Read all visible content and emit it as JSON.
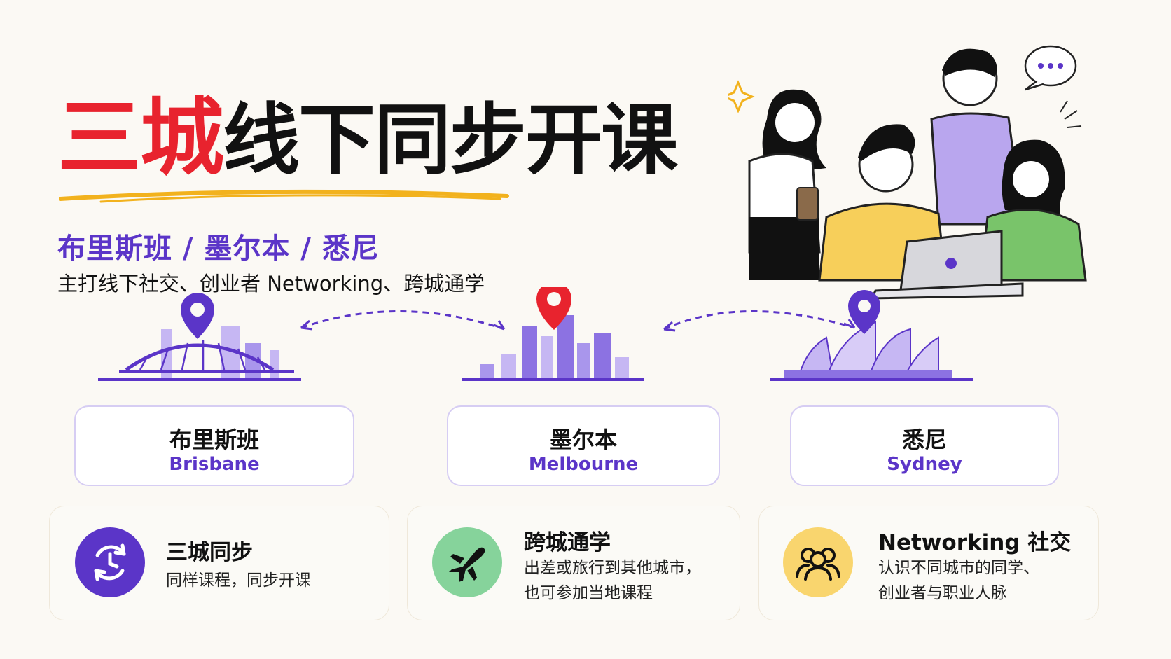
{
  "title": {
    "red": "三城",
    "black": "线下同步开课"
  },
  "subtitle": "布里斯班 / 墨尔本 / 悉尼",
  "tagline": "主打线下社交、创业者 Networking、跨城通学",
  "cities": [
    {
      "cn": "布里斯班",
      "en": "Brisbane"
    },
    {
      "cn": "墨尔本",
      "en": "Melbourne"
    },
    {
      "cn": "悉尼",
      "en": "Sydney"
    }
  ],
  "features": [
    {
      "title": "三城同步",
      "desc": [
        "同样课程，同步开课"
      ],
      "icon": "sync-clock-icon",
      "color": "#5b35c8"
    },
    {
      "title": "跨城通学",
      "desc": [
        "出差或旅行到其他城市，",
        "也可参加当地课程"
      ],
      "icon": "airplane-icon",
      "color": "#86d39b"
    },
    {
      "title": "Networking 社交",
      "desc": [
        "认识不同城市的同学、",
        "创业者与职业人脉"
      ],
      "icon": "people-group-icon",
      "color": "#f9d56e"
    }
  ],
  "colors": {
    "accent_red": "#e8232e",
    "accent_purple": "#5b35c8",
    "background": "#fbf9f4"
  }
}
